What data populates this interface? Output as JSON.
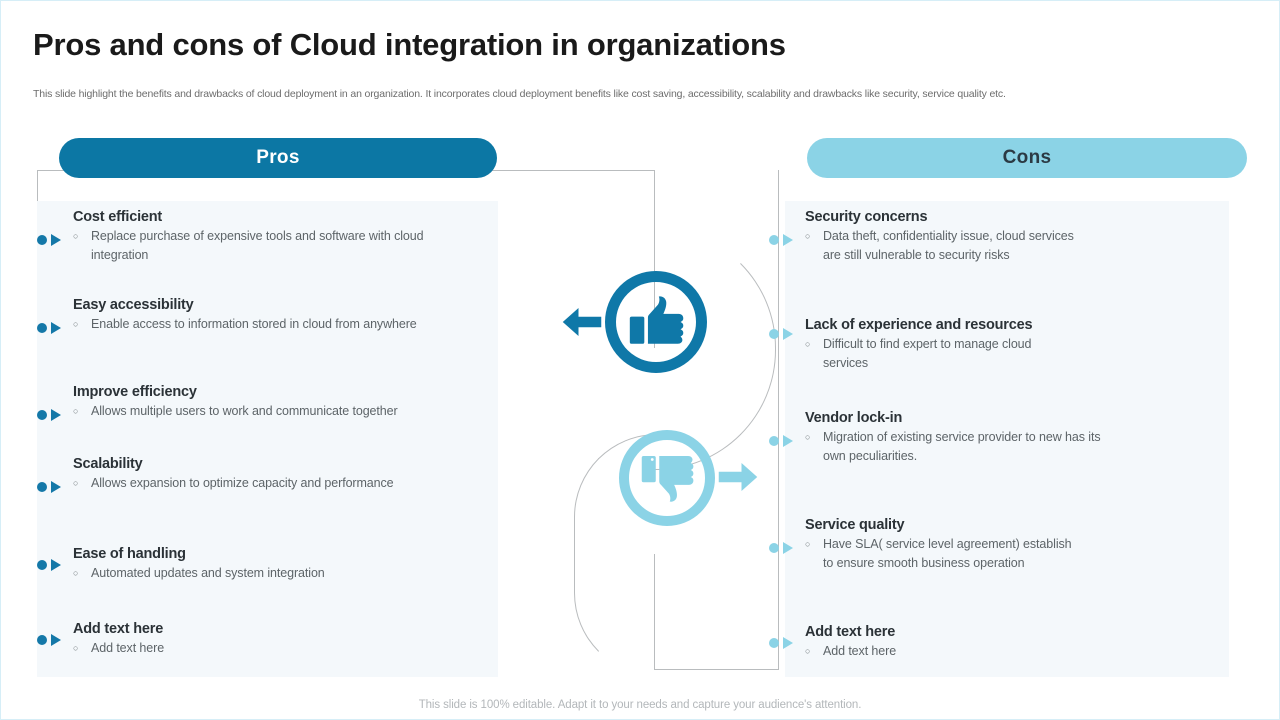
{
  "slide": {
    "title": "Pros and cons of Cloud integration in organizations",
    "subtitle": "This slide highlight the benefits and drawbacks of cloud deployment in an organization. It incorporates cloud deployment benefits like cost saving, accessibility, scalability and drawbacks like security, service quality etc.",
    "footer": "This slide is 100% editable. Adapt it to your needs and capture your audience's attention."
  },
  "colors": {
    "pros_accent": "#0c77a4",
    "cons_accent": "#8bd3e6",
    "panel_bg": "#f4f8fb",
    "heading_text": "#2b3237",
    "body_text": "#5d6468",
    "connector": "#b9bcbe",
    "slide_border": "#d6eef7"
  },
  "pros": {
    "header": "Pros",
    "items": [
      {
        "title": "Cost efficient",
        "detail": "Replace purchase of expensive tools and software with cloud integration"
      },
      {
        "title": "Easy accessibility",
        "detail": "Enable access to information stored in cloud from anywhere"
      },
      {
        "title": "Improve efficiency",
        "detail": "Allows multiple users to work and communicate together"
      },
      {
        "title": "Scalability",
        "detail": "Allows expansion to optimize capacity and performance"
      },
      {
        "title": "Ease of handling",
        "detail": "Automated updates and system integration"
      },
      {
        "title": "Add text here",
        "detail": "Add text here"
      }
    ]
  },
  "cons": {
    "header": "Cons",
    "items": [
      {
        "title": "Security concerns",
        "detail": "Data theft, confidentiality issue, cloud services are still vulnerable to security risks"
      },
      {
        "title": "Lack of experience and resources",
        "detail": "Difficult to find expert to manage cloud services"
      },
      {
        "title": "Vendor lock-in",
        "detail": "Migration of existing service provider to new has its own peculiarities."
      },
      {
        "title": "Service quality",
        "detail": "Have SLA( service level agreement) establish to ensure smooth business operation"
      },
      {
        "title": "Add text here",
        "detail": "Add text here"
      }
    ]
  },
  "center": {
    "thumbs_up_label": "thumbs-up",
    "thumbs_down_label": "thumbs-down",
    "arrow_left_label": "arrow-left",
    "arrow_right_label": "arrow-right"
  }
}
